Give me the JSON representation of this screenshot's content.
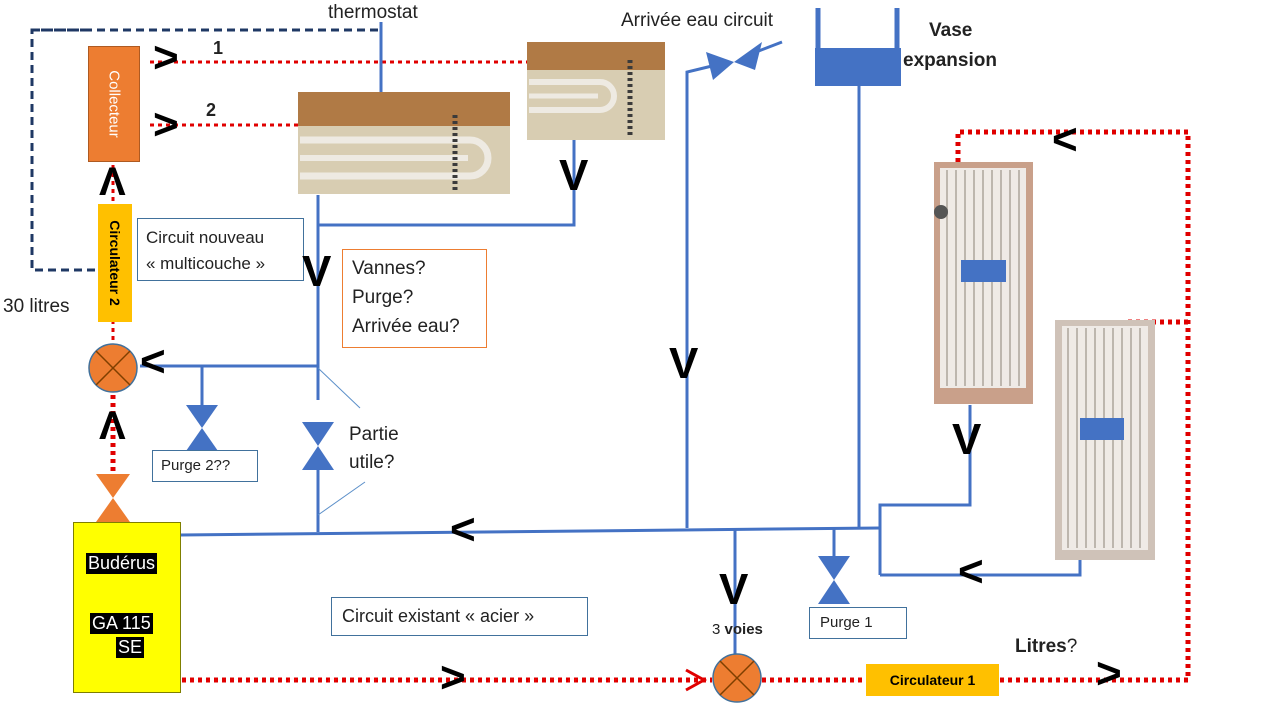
{
  "labels": {
    "thermostat": "thermostat",
    "arrivee_eau_circuit": "Arrivée eau circuit",
    "vase_line1": "Vase",
    "vase_line2": "expansion",
    "collecteur": "Collecteur",
    "circulateur2": "Circulateur 2",
    "trente_litres": "30 litres",
    "circuit_nouveau_line1": "Circuit nouveau",
    "circuit_nouveau_line2": "« multicouche »",
    "questions_line1": "Vannes?",
    "questions_line2": "Purge?",
    "questions_line3": "Arrivée eau?",
    "purge2": "Purge 2??",
    "partie_utile_line1": "Partie",
    "partie_utile_line2": "utile?",
    "circuit_existant": "Circuit existant « acier »",
    "buderus": "Budérus",
    "model_line1": "GA 115",
    "model_line2": "SE",
    "trois_voies_num": "3",
    "trois_voies_word": "voies",
    "purge1": "Purge 1",
    "litres": "Litres",
    "litres_q": "?",
    "circulateur1": "Circulateur 1",
    "loop1": "1",
    "loop2": "2",
    "arrow_gt": ">",
    "arrow_lt": "<",
    "arrow_v": "V",
    "arrow_up": "Λ"
  },
  "colors": {
    "pipe_blue": "#4472c4",
    "valve_blue": "#4472c4",
    "red_dotted": "#e00000",
    "dark_dash": "#1f3864",
    "collector_orange": "#ed7d31",
    "circulator_yellow": "#ffc000",
    "boiler_yellow": "#ffff00"
  }
}
